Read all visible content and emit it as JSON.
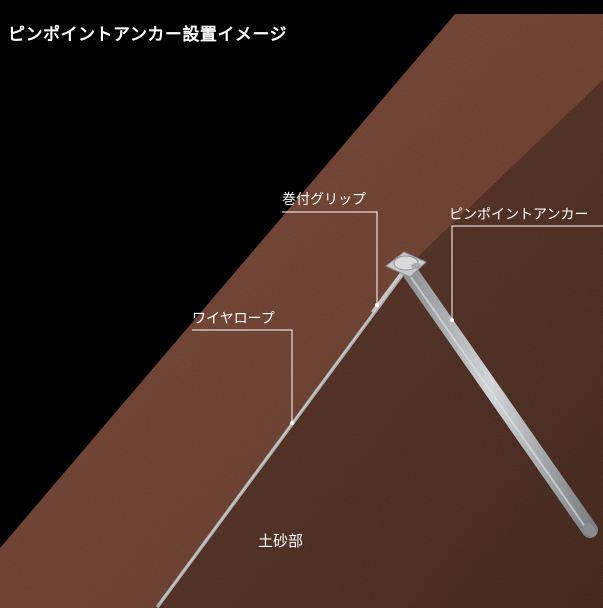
{
  "title": "ピンポイントアンカー設置イメージ",
  "labels": {
    "grip": "巻付グリップ",
    "anchor": "ピンポイントアンカー",
    "wire": "ワイヤロープ",
    "soil": "土砂部"
  },
  "colors": {
    "background": "#000000",
    "slope_face": "#7c4b3c",
    "slope_side": "#5e3a2d",
    "rope": "#b9bcbe",
    "anchor_pipe": "#b4b7ba",
    "callout_line": "#ffffff"
  }
}
